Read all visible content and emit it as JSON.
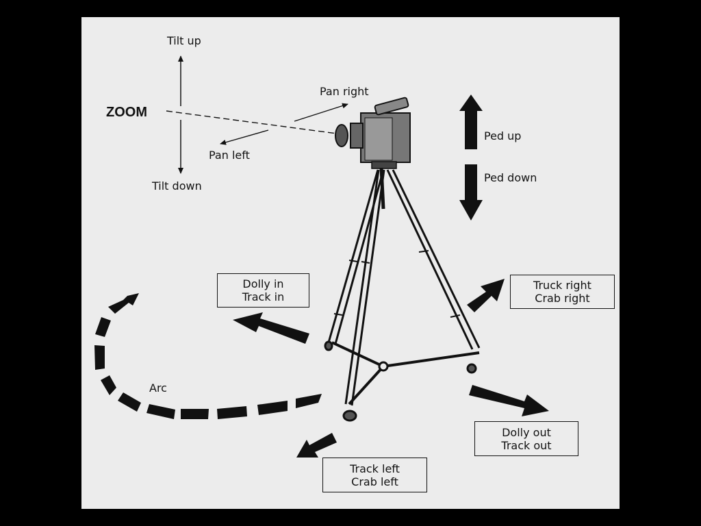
{
  "labels": {
    "tilt_up": "Tilt up",
    "tilt_down": "Tilt down",
    "zoom": "ZOOM",
    "pan_right": "Pan right",
    "pan_left": "Pan left",
    "ped_up": "Ped up",
    "ped_down": "Ped down",
    "arc": "Arc"
  },
  "boxes": {
    "dolly_in": {
      "line1": "Dolly in",
      "line2": "Track in"
    },
    "truck_right": {
      "line1": "Truck right",
      "line2": "Crab right"
    },
    "dolly_out": {
      "line1": "Dolly out",
      "line2": "Track out"
    },
    "track_left": {
      "line1": "Track left",
      "line2": "Crab left"
    }
  },
  "colors": {
    "background": "#000000",
    "panel": "#ececec",
    "ink": "#111111"
  }
}
